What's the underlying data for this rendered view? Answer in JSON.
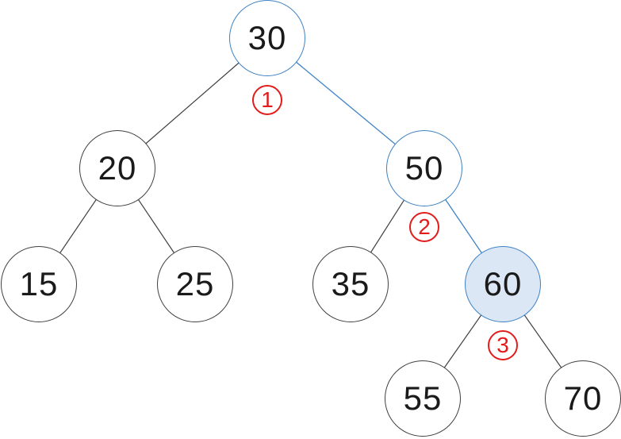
{
  "colors": {
    "background": "#ffffff",
    "text": "#1a1a1a",
    "node_stroke": "#404040",
    "edge": "#404040",
    "edge_highlight": "#3e82c4",
    "highlight_stroke": "#3e82c4",
    "highlight_fill": "#dce7f5",
    "marker": "#e21b1b"
  },
  "tree": {
    "type": "binary-search-tree",
    "nodes": [
      {
        "value": "30",
        "state": "path-highlighted"
      },
      {
        "value": "20",
        "state": "normal"
      },
      {
        "value": "50",
        "state": "path-highlighted"
      },
      {
        "value": "15",
        "state": "normal"
      },
      {
        "value": "25",
        "state": "normal"
      },
      {
        "value": "35",
        "state": "normal"
      },
      {
        "value": "60",
        "state": "found-filled"
      },
      {
        "value": "55",
        "state": "normal"
      },
      {
        "value": "70",
        "state": "normal"
      }
    ],
    "edges": [
      {
        "from": "30",
        "to": "20",
        "highlighted": false
      },
      {
        "from": "30",
        "to": "50",
        "highlighted": true
      },
      {
        "from": "20",
        "to": "15",
        "highlighted": false
      },
      {
        "from": "20",
        "to": "25",
        "highlighted": false
      },
      {
        "from": "50",
        "to": "35",
        "highlighted": false
      },
      {
        "from": "50",
        "to": "60",
        "highlighted": true
      },
      {
        "from": "60",
        "to": "55",
        "highlighted": false
      },
      {
        "from": "60",
        "to": "70",
        "highlighted": false
      }
    ],
    "markers": [
      {
        "label": "1",
        "near_node": "30"
      },
      {
        "label": "2",
        "near_node": "50"
      },
      {
        "label": "3",
        "near_node": "60"
      }
    ]
  }
}
